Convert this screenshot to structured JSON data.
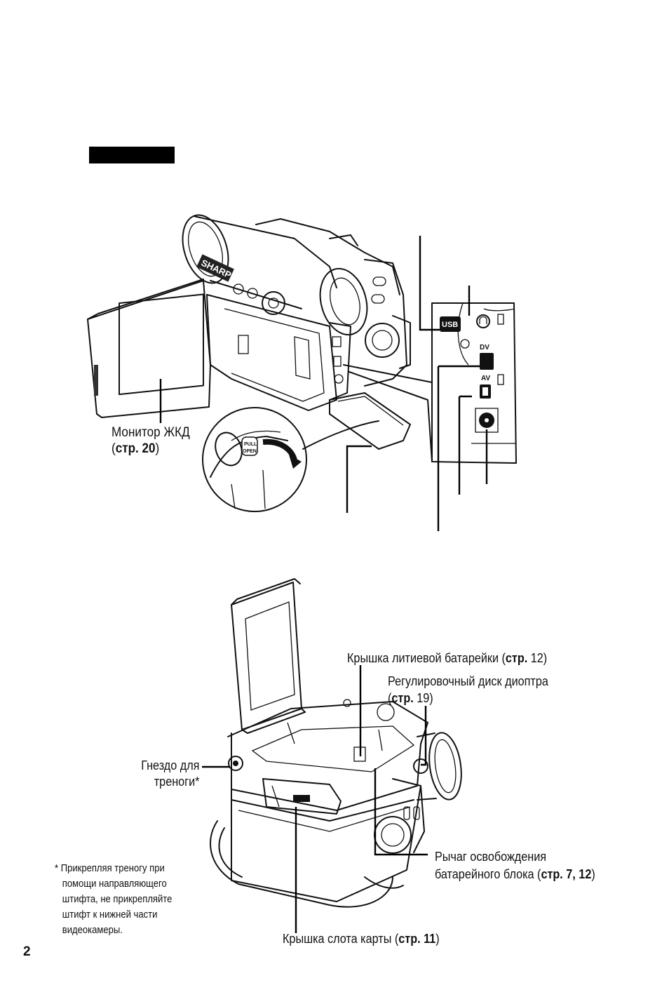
{
  "page_number": "2",
  "top_labels": {
    "lcd_monitor": {
      "name": "Монитор ЖКД",
      "ref_open": "(",
      "ref_bold": "стр. 20",
      "ref_close": ")"
    }
  },
  "jack_labels": {
    "usb": "USB",
    "dv": "DV",
    "av": "AV"
  },
  "bottom_labels": {
    "lithium_cover": {
      "text": "Крышка литиевой батарейки (",
      "bold": "стр.",
      "rest": " 12)"
    },
    "diopter": {
      "line1": "Регулировочный диск диоптра",
      "line2_open": "(",
      "line2_bold": "стр.",
      "line2_rest": " 19)"
    },
    "tripod": {
      "line1": "Гнездо для",
      "line2": "треноги*"
    },
    "battery_release": {
      "line1": "Рычаг освобождения",
      "line2_text": "батарейного блока (",
      "line2_bold": "стр. 7, 12",
      "line2_close": ")"
    },
    "card_cover": {
      "text": "Крышка слота карты (",
      "bold": "стр. 11",
      "close": ")"
    }
  },
  "footnote": [
    "* Прикрепляя треногу при",
    "помощи направляющего",
    "штифта, не прикрепляйте",
    "штифт к нижней части",
    "видеокамеры."
  ],
  "pull_open": {
    "line1": "PULL",
    "line2": "OPEN"
  },
  "brand": "SHARP"
}
